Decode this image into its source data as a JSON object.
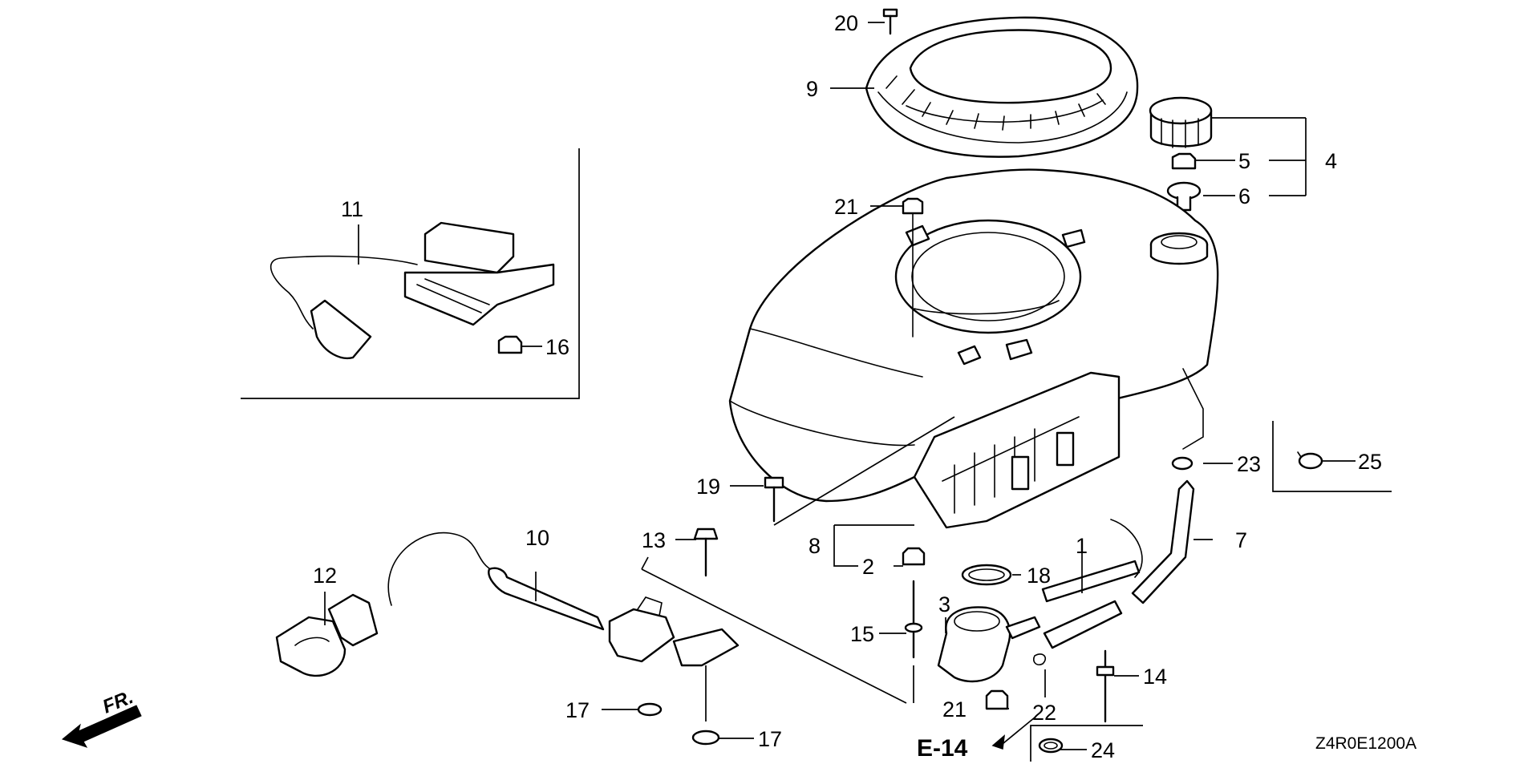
{
  "diagram": {
    "callouts": {
      "c1": "1",
      "c2": "2",
      "c3": "3",
      "c4": "4",
      "c5": "5",
      "c6": "6",
      "c7": "7",
      "c8": "8",
      "c9": "9",
      "c10": "10",
      "c11": "11",
      "c12": "12",
      "c13": "13",
      "c14": "14",
      "c15": "15",
      "c16": "16",
      "c17a": "17",
      "c17b": "17",
      "c18": "18",
      "c19": "19",
      "c20": "20",
      "c21a": "21",
      "c21b": "21",
      "c22": "22",
      "c23": "23",
      "c24": "24",
      "c25": "25"
    },
    "reference": "E-14",
    "front_marker": "FR.",
    "drawing_code": "Z4R0E1200A"
  }
}
